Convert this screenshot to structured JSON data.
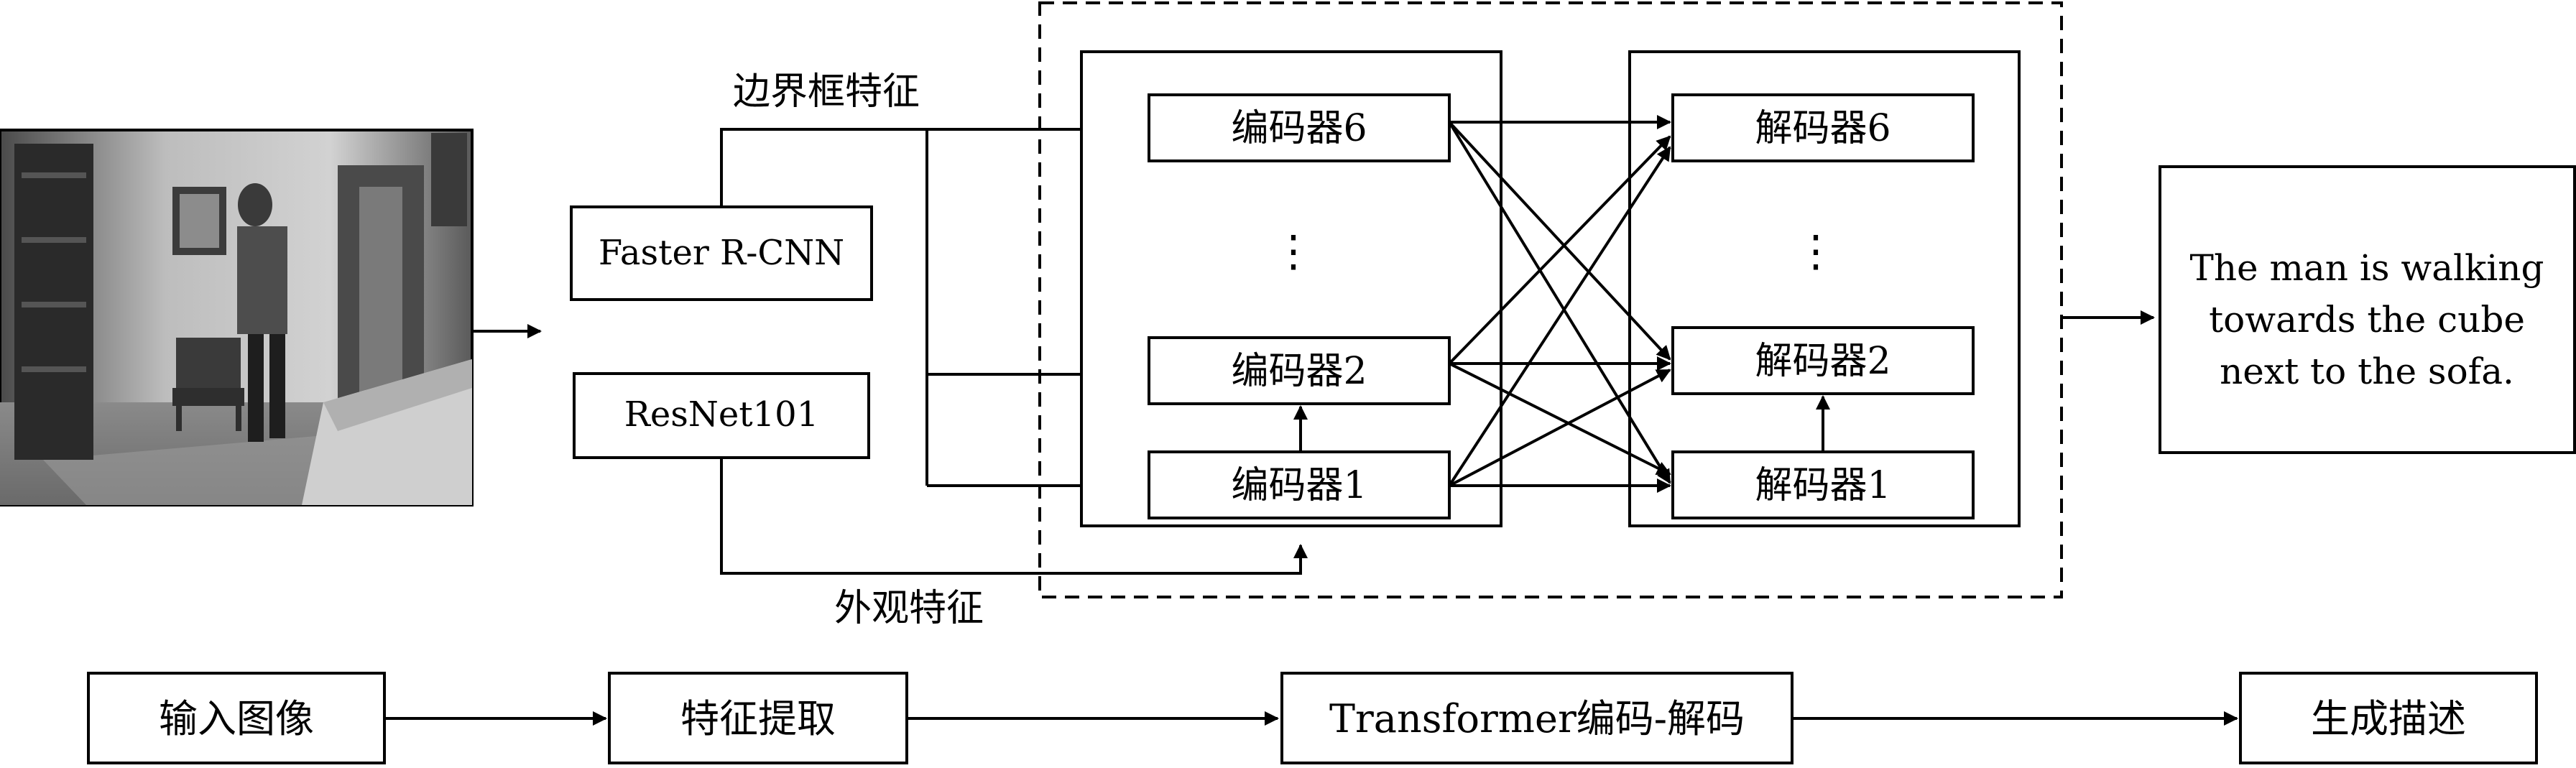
{
  "input_image": {
    "alt": "room scene photo"
  },
  "feature_labels": {
    "bbox_feature": "边界框特征",
    "appearance_feature": "外观特征"
  },
  "extractors": {
    "detector": "Faster R-CNN",
    "backbone": "ResNet101"
  },
  "encoders": {
    "top": "编码器6",
    "mid": "编码器2",
    "bottom": "编码器1",
    "ellipsis": "⋮"
  },
  "decoders": {
    "top": "解码器6",
    "mid": "解码器2",
    "bottom": "解码器1",
    "ellipsis": "⋮"
  },
  "output_caption": {
    "line1": "The man is walking",
    "line2": "towards the cube",
    "line3": "next to the sofa."
  },
  "pipeline": {
    "step1": "输入图像",
    "step2": "特征提取",
    "step3": "Transformer编码-解码",
    "step4": "生成描述"
  }
}
